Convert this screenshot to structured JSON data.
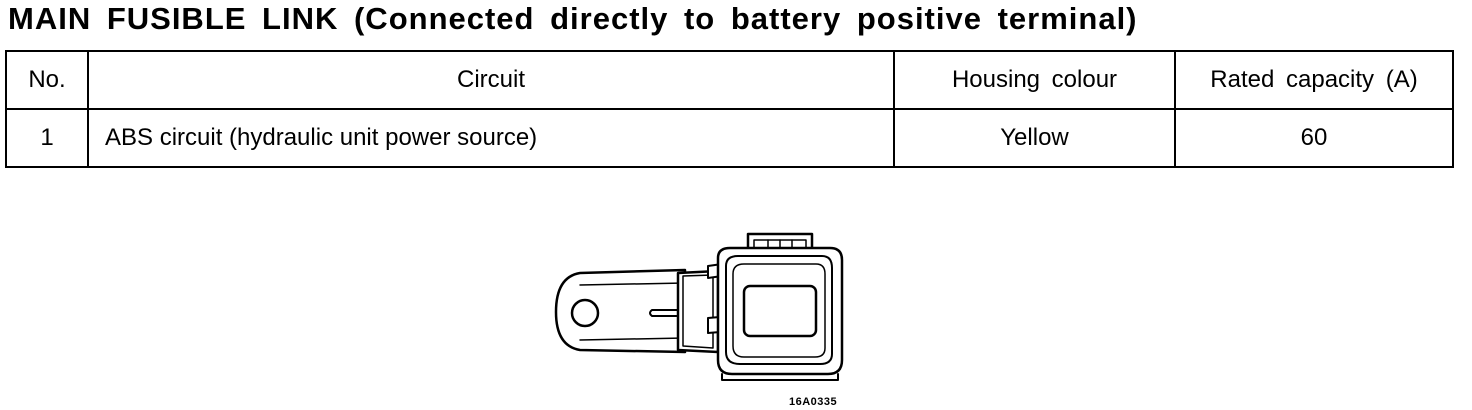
{
  "heading": "MAIN FUSIBLE LINK (Connected directly to battery positive terminal)",
  "table": {
    "columns": [
      "No.",
      "Circuit",
      "Housing colour",
      "Rated capacity (A)"
    ],
    "rows": [
      {
        "no": "1",
        "circuit": "ABS circuit (hydraulic unit power source)",
        "housing_colour": "Yellow",
        "rated_capacity": "60"
      }
    ]
  },
  "figure": {
    "icon": "fusible-link-connector-icon",
    "label": "16A0335"
  }
}
